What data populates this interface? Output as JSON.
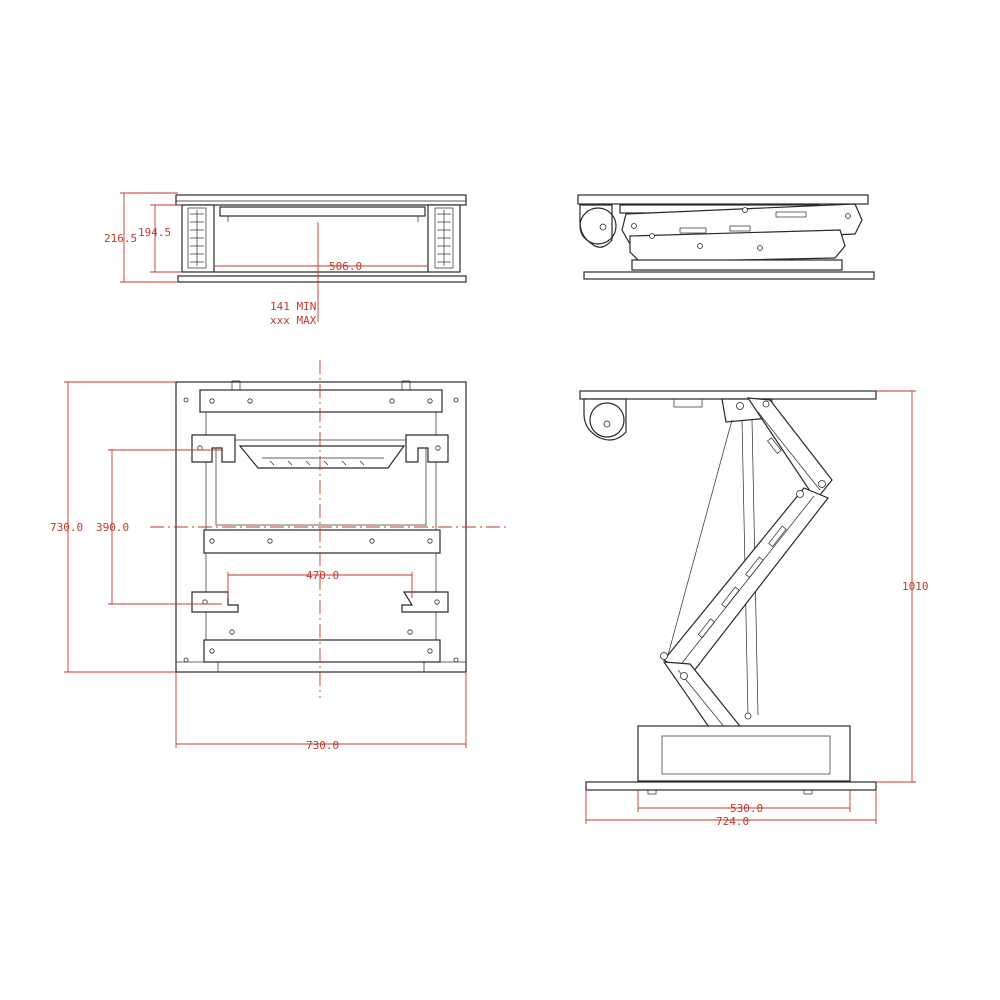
{
  "colors": {
    "line": "#2a2a2a",
    "dimension": "#c0392b",
    "background": "#ffffff"
  },
  "views": {
    "front_retracted": {
      "dim_total_height": "216.5",
      "dim_inner_height": "194.5",
      "dim_width": "506.0",
      "note_min": "141 MIN",
      "note_max": "xxx MAX"
    },
    "side_retracted": {},
    "plan": {
      "dim_height": "730.0",
      "dim_slot_span": "390.0",
      "dim_slot_width": "470.0",
      "dim_width": "730.0"
    },
    "side_extended": {
      "dim_drop": "1010",
      "dim_base_width": "530.0",
      "dim_plate_width": "724.0"
    }
  }
}
